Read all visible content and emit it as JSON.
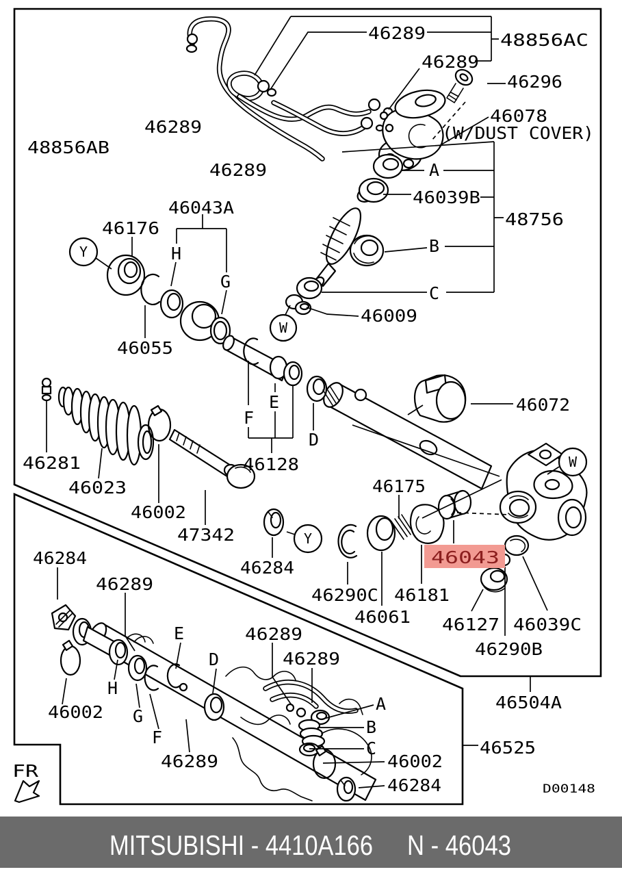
{
  "footer": {
    "brand_part": "MITSUBISHI - 4410A166",
    "ref": "N - 46043",
    "bg_color": "#6b6b6b",
    "text_color": "#ffffff"
  },
  "diagram_code": "D00148",
  "fr_indicator": "FR",
  "highlight": {
    "part": "46043",
    "bg_color": "#f29a92",
    "text_color": "#8b1e1e"
  },
  "parts": {
    "n46289": "46289",
    "n48856AC": "48856AC",
    "n48856AB": "48856AB",
    "n46296": "46296",
    "n46078": "46078",
    "n46078_note": "(W/DUST COVER)",
    "n46039B": "46039B",
    "n48756": "48756",
    "n46009": "46009",
    "n46043A": "46043A",
    "n46176": "46176",
    "n46055": "46055",
    "n46072": "46072",
    "n46128": "46128",
    "n46281": "46281",
    "n46023": "46023",
    "n46002": "46002",
    "n47342": "47342",
    "n46284": "46284",
    "n46175": "46175",
    "n46290C": "46290C",
    "n46181": "46181",
    "n46061": "46061",
    "n46043": "46043",
    "n46127": "46127",
    "n46039C": "46039C",
    "n46290B": "46290B",
    "n46504A": "46504A",
    "n46525": "46525"
  },
  "ref_letters": {
    "A": "A",
    "B": "B",
    "C": "C",
    "D": "D",
    "E": "E",
    "F": "F",
    "G": "G",
    "H": "H",
    "Y": "Y",
    "W": "W"
  }
}
